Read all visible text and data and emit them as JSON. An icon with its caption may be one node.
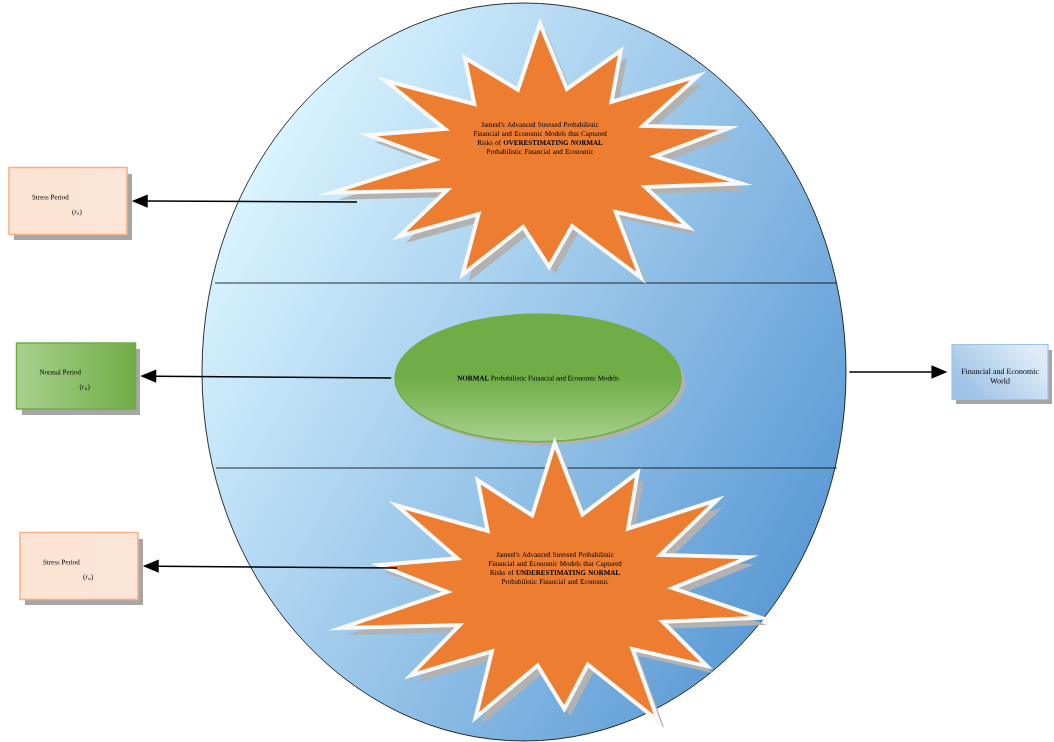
{
  "diagram": {
    "nodes": [
      {
        "text": [],
        "shape": "circle"
      },
      {
        "text": [
          "Stress Period",
          "(*r*$_{s}$)"
        ]
      },
      {
        "text": [
          "Jameel's Advanced Stressed Probabilistic Financial and Economic Models that Captured Risks of **OVERESTIMATING NORMAL** Probabilistic Financial and Economic"
        ],
        "in": 0
      },
      {
        "text": [
          "Normal Period",
          "(*r*$_{n}$)"
        ]
      },
      {
        "text": [
          "**NORMAL** Probabilistic Financial and Economic Models"
        ],
        "in": 0
      },
      {
        "text": [
          "Stress Period",
          "(*r*$_{u}$)"
        ]
      },
      {
        "text": [
          "Jameel's Advanced Stressed Probabilistic Financial and Economic Models that Captured Risks of **UNDERESTIMATING NORMAL** Probabilistic Financial and Economic"
        ],
        "in": 0
      },
      {
        "text": [
          "Financial and Economic World"
        ]
      }
    ],
    "edges": [
      {
        "from": 2,
        "to": 1,
        "arrow": "to"
      },
      {
        "from": 4,
        "to": 3,
        "arrow": "to"
      },
      {
        "from": 6,
        "to": 5,
        "arrow": "to"
      },
      {
        "from": 0,
        "to": 7,
        "arrow": "to"
      }
    ]
  }
}
